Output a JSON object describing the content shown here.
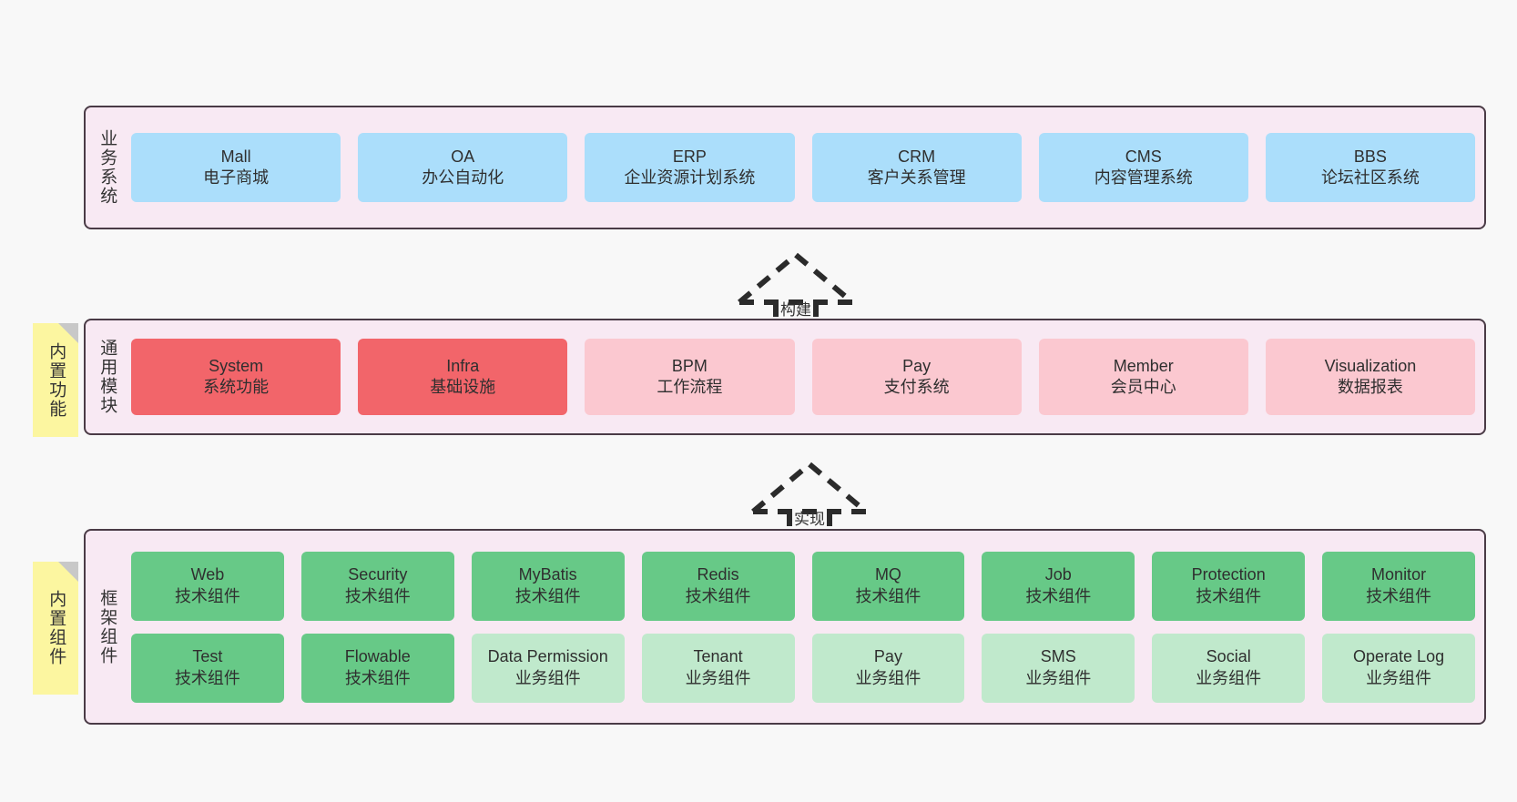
{
  "diagram": {
    "background": "#f8f8f8",
    "panel_bg": "#f8e9f3",
    "panel_border": "#4a3b46",
    "note_bg": "#fcf6a0",
    "colors": {
      "business": "#abdefb",
      "module_active": "#f2656a",
      "module_plain": "#fbc8d0",
      "tech_component": "#67c987",
      "biz_component": "#c0e9cc"
    }
  },
  "layers": {
    "business": {
      "title": "业务系统",
      "cards": [
        {
          "name": "Mall",
          "desc": "电子商城"
        },
        {
          "name": "OA",
          "desc": "办公自动化"
        },
        {
          "name": "ERP",
          "desc": "企业资源计划系统"
        },
        {
          "name": "CRM",
          "desc": "客户关系管理"
        },
        {
          "name": "CMS",
          "desc": "内容管理系统"
        },
        {
          "name": "BBS",
          "desc": "论坛社区系统"
        }
      ]
    },
    "modules": {
      "title": "通用模块",
      "note": "内置功能",
      "cards": [
        {
          "name": "System",
          "desc": "系统功能"
        },
        {
          "name": "Infra",
          "desc": "基础设施"
        },
        {
          "name": "BPM",
          "desc": "工作流程"
        },
        {
          "name": "Pay",
          "desc": "支付系统"
        },
        {
          "name": "Member",
          "desc": "会员中心"
        },
        {
          "name": "Visualization",
          "desc": "数据报表"
        }
      ]
    },
    "framework": {
      "title": "框架组件",
      "note": "内置组件",
      "row1": [
        {
          "name": "Web",
          "desc": "技术组件"
        },
        {
          "name": "Security",
          "desc": "技术组件"
        },
        {
          "name": "MyBatis",
          "desc": "技术组件"
        },
        {
          "name": "Redis",
          "desc": "技术组件"
        },
        {
          "name": "MQ",
          "desc": "技术组件"
        },
        {
          "name": "Job",
          "desc": "技术组件"
        },
        {
          "name": "Protection",
          "desc": "技术组件"
        },
        {
          "name": "Monitor",
          "desc": "技术组件"
        }
      ],
      "row2": [
        {
          "name": "Test",
          "desc": "技术组件"
        },
        {
          "name": "Flowable",
          "desc": "技术组件"
        },
        {
          "name": "Data Permission",
          "desc": "业务组件"
        },
        {
          "name": "Tenant",
          "desc": "业务组件"
        },
        {
          "name": "Pay",
          "desc": "业务组件"
        },
        {
          "name": "SMS",
          "desc": "业务组件"
        },
        {
          "name": "Social",
          "desc": "业务组件"
        },
        {
          "name": "Operate Log",
          "desc": "业务组件"
        }
      ]
    }
  },
  "connectors": {
    "build": "构建",
    "implement": "实现"
  }
}
